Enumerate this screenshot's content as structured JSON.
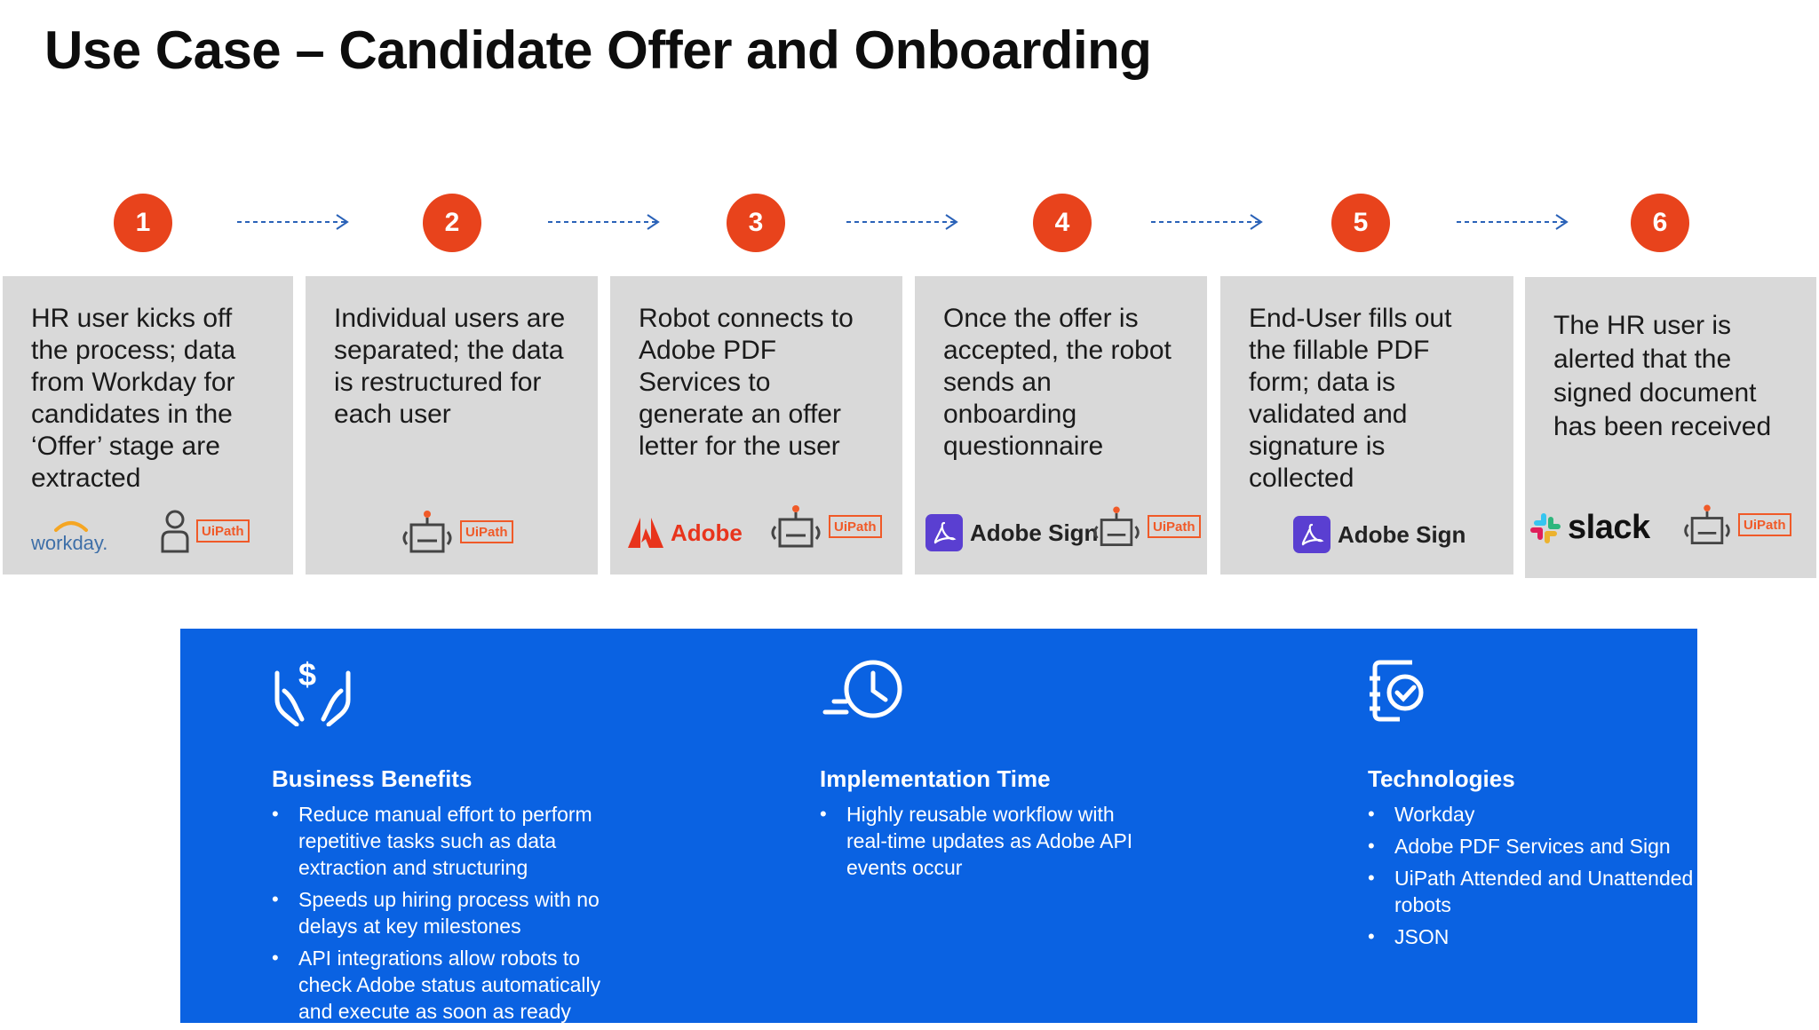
{
  "title": "Use Case – Candidate Offer and Onboarding",
  "colors": {
    "accent": "#e8431c",
    "panel": "#0a62e2",
    "card": "#d9d9d9",
    "arrow": "#2a62b8"
  },
  "steps": [
    {
      "number": "1",
      "text": "HR user kicks off the process; data from Workday for candidates in the ‘Offer’ stage are extracted",
      "logos": [
        "workday",
        "uipath"
      ]
    },
    {
      "number": "2",
      "text": "Individual users are separated; the data is restructured for each user",
      "logos": [
        "uipath"
      ]
    },
    {
      "number": "3",
      "text": "Robot connects to Adobe PDF Services to generate an offer letter for the user",
      "logos": [
        "adobe",
        "uipath"
      ]
    },
    {
      "number": "4",
      "text": "Once the offer is accepted, the robot sends an onboarding questionnaire",
      "logos": [
        "adobe-sign",
        "uipath"
      ]
    },
    {
      "number": "5",
      "text": "End-User fills out the fillable PDF form; data is validated and signature is collected",
      "logos": [
        "adobe-sign"
      ]
    },
    {
      "number": "6",
      "text": "The HR user is alerted that the signed document has been received",
      "logos": [
        "slack",
        "uipath"
      ]
    }
  ],
  "logos": {
    "workday": "workday.",
    "uipath": "UiPath",
    "adobe": "Adobe",
    "adobe_sign": "Adobe Sign",
    "slack": "slack"
  },
  "panel": {
    "benefits": {
      "title": "Business Benefits",
      "icon": "hands-dollar-icon",
      "items": [
        "Reduce manual effort to perform repetitive tasks such as data extraction and structuring",
        "Speeds up hiring process with no delays at key milestones",
        "API integrations allow robots to check Adobe status automatically and execute as soon as ready"
      ]
    },
    "implementation": {
      "title": "Implementation Time",
      "icon": "clock-speed-icon",
      "items": [
        "Highly reusable workflow with real-time updates as Adobe API events occur"
      ]
    },
    "technologies": {
      "title": "Technologies",
      "icon": "checklist-icon",
      "items": [
        "Workday",
        "Adobe PDF Services and Sign",
        "UiPath Attended and Unattended robots",
        "JSON"
      ]
    }
  }
}
